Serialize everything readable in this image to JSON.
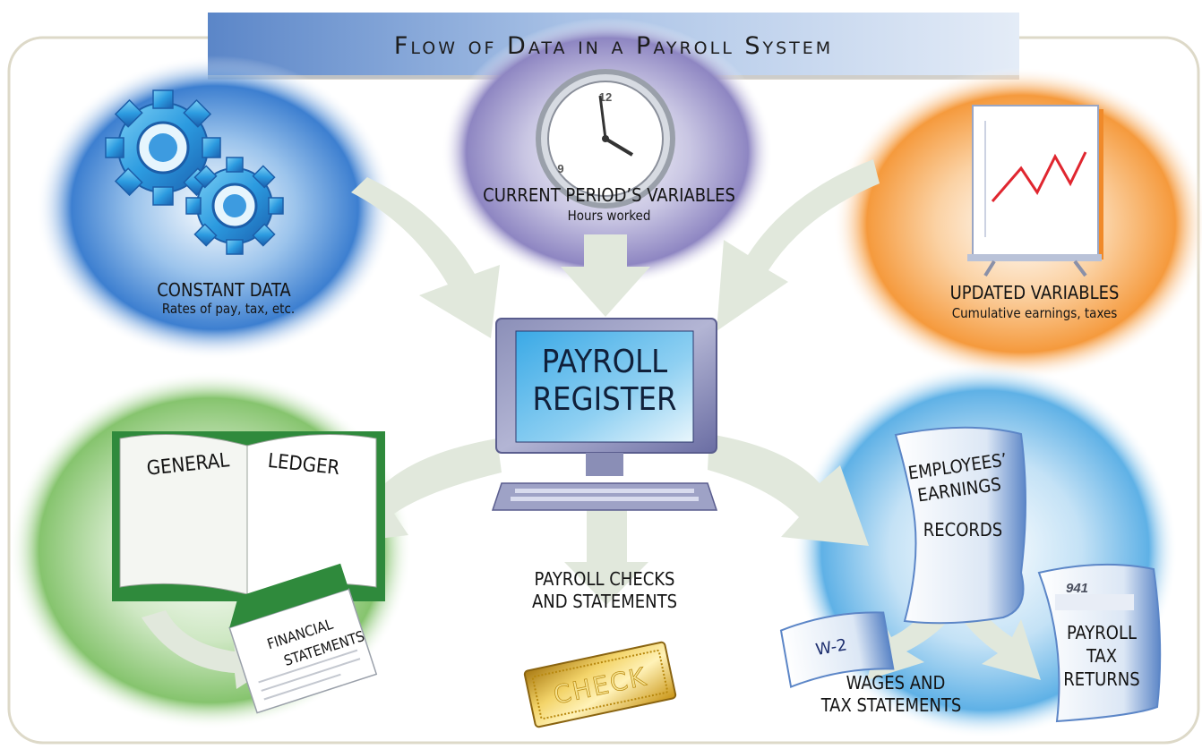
{
  "title": "Flow of Data in a Payroll System",
  "nodes": {
    "constant_data": {
      "heading": "CONSTANT DATA",
      "detail": "Rates of pay, tax, etc."
    },
    "current_variables": {
      "heading": "CURRENT PERIOD’S VARIABLES",
      "detail": "Hours worked"
    },
    "updated_variables": {
      "heading": "UPDATED VARIABLES",
      "detail": "Cumulative earnings, taxes"
    },
    "payroll_register": {
      "line1": "PAYROLL",
      "line2": "REGISTER"
    },
    "general_ledger": {
      "left_page": "GENERAL",
      "right_page": "LEDGER"
    },
    "financial_statements": {
      "line1": "FINANCIAL",
      "line2": "STATEMENTS"
    },
    "payroll_checks": {
      "line1": "PAYROLL CHECKS",
      "line2": "AND STATEMENTS",
      "check_text": "CHECK"
    },
    "earnings_records": {
      "line1": "EMPLOYEES’",
      "line2": "EARNINGS",
      "line3": "RECORDS"
    },
    "w2": {
      "form": "W-2",
      "line1": "WAGES AND",
      "line2": "TAX STATEMENTS"
    },
    "tax_returns": {
      "form": "941",
      "line1": "PAYROLL",
      "line2": "TAX",
      "line3": "RETURNS"
    },
    "clock": {
      "twelve": "12",
      "nine": "9"
    }
  },
  "colors": {
    "frame": "#ddd9c8",
    "banner_left": "#5b86c8",
    "banner_right": "#dfe9f6",
    "arrow": "#e1e8dc",
    "screen": "#3aa9e6",
    "ledger_green": "#2f8a3c",
    "chart_line": "#e0262f",
    "gold": "#d9a81e"
  },
  "edges": [
    {
      "from": "constant_data",
      "to": "payroll_register"
    },
    {
      "from": "current_variables",
      "to": "payroll_register"
    },
    {
      "from": "updated_variables",
      "to": "payroll_register"
    },
    {
      "from": "payroll_register",
      "to": "general_ledger"
    },
    {
      "from": "payroll_register",
      "to": "payroll_checks"
    },
    {
      "from": "payroll_register",
      "to": "earnings_records"
    },
    {
      "from": "general_ledger",
      "to": "financial_statements"
    },
    {
      "from": "earnings_records",
      "to": "w2"
    },
    {
      "from": "earnings_records",
      "to": "tax_returns"
    }
  ]
}
